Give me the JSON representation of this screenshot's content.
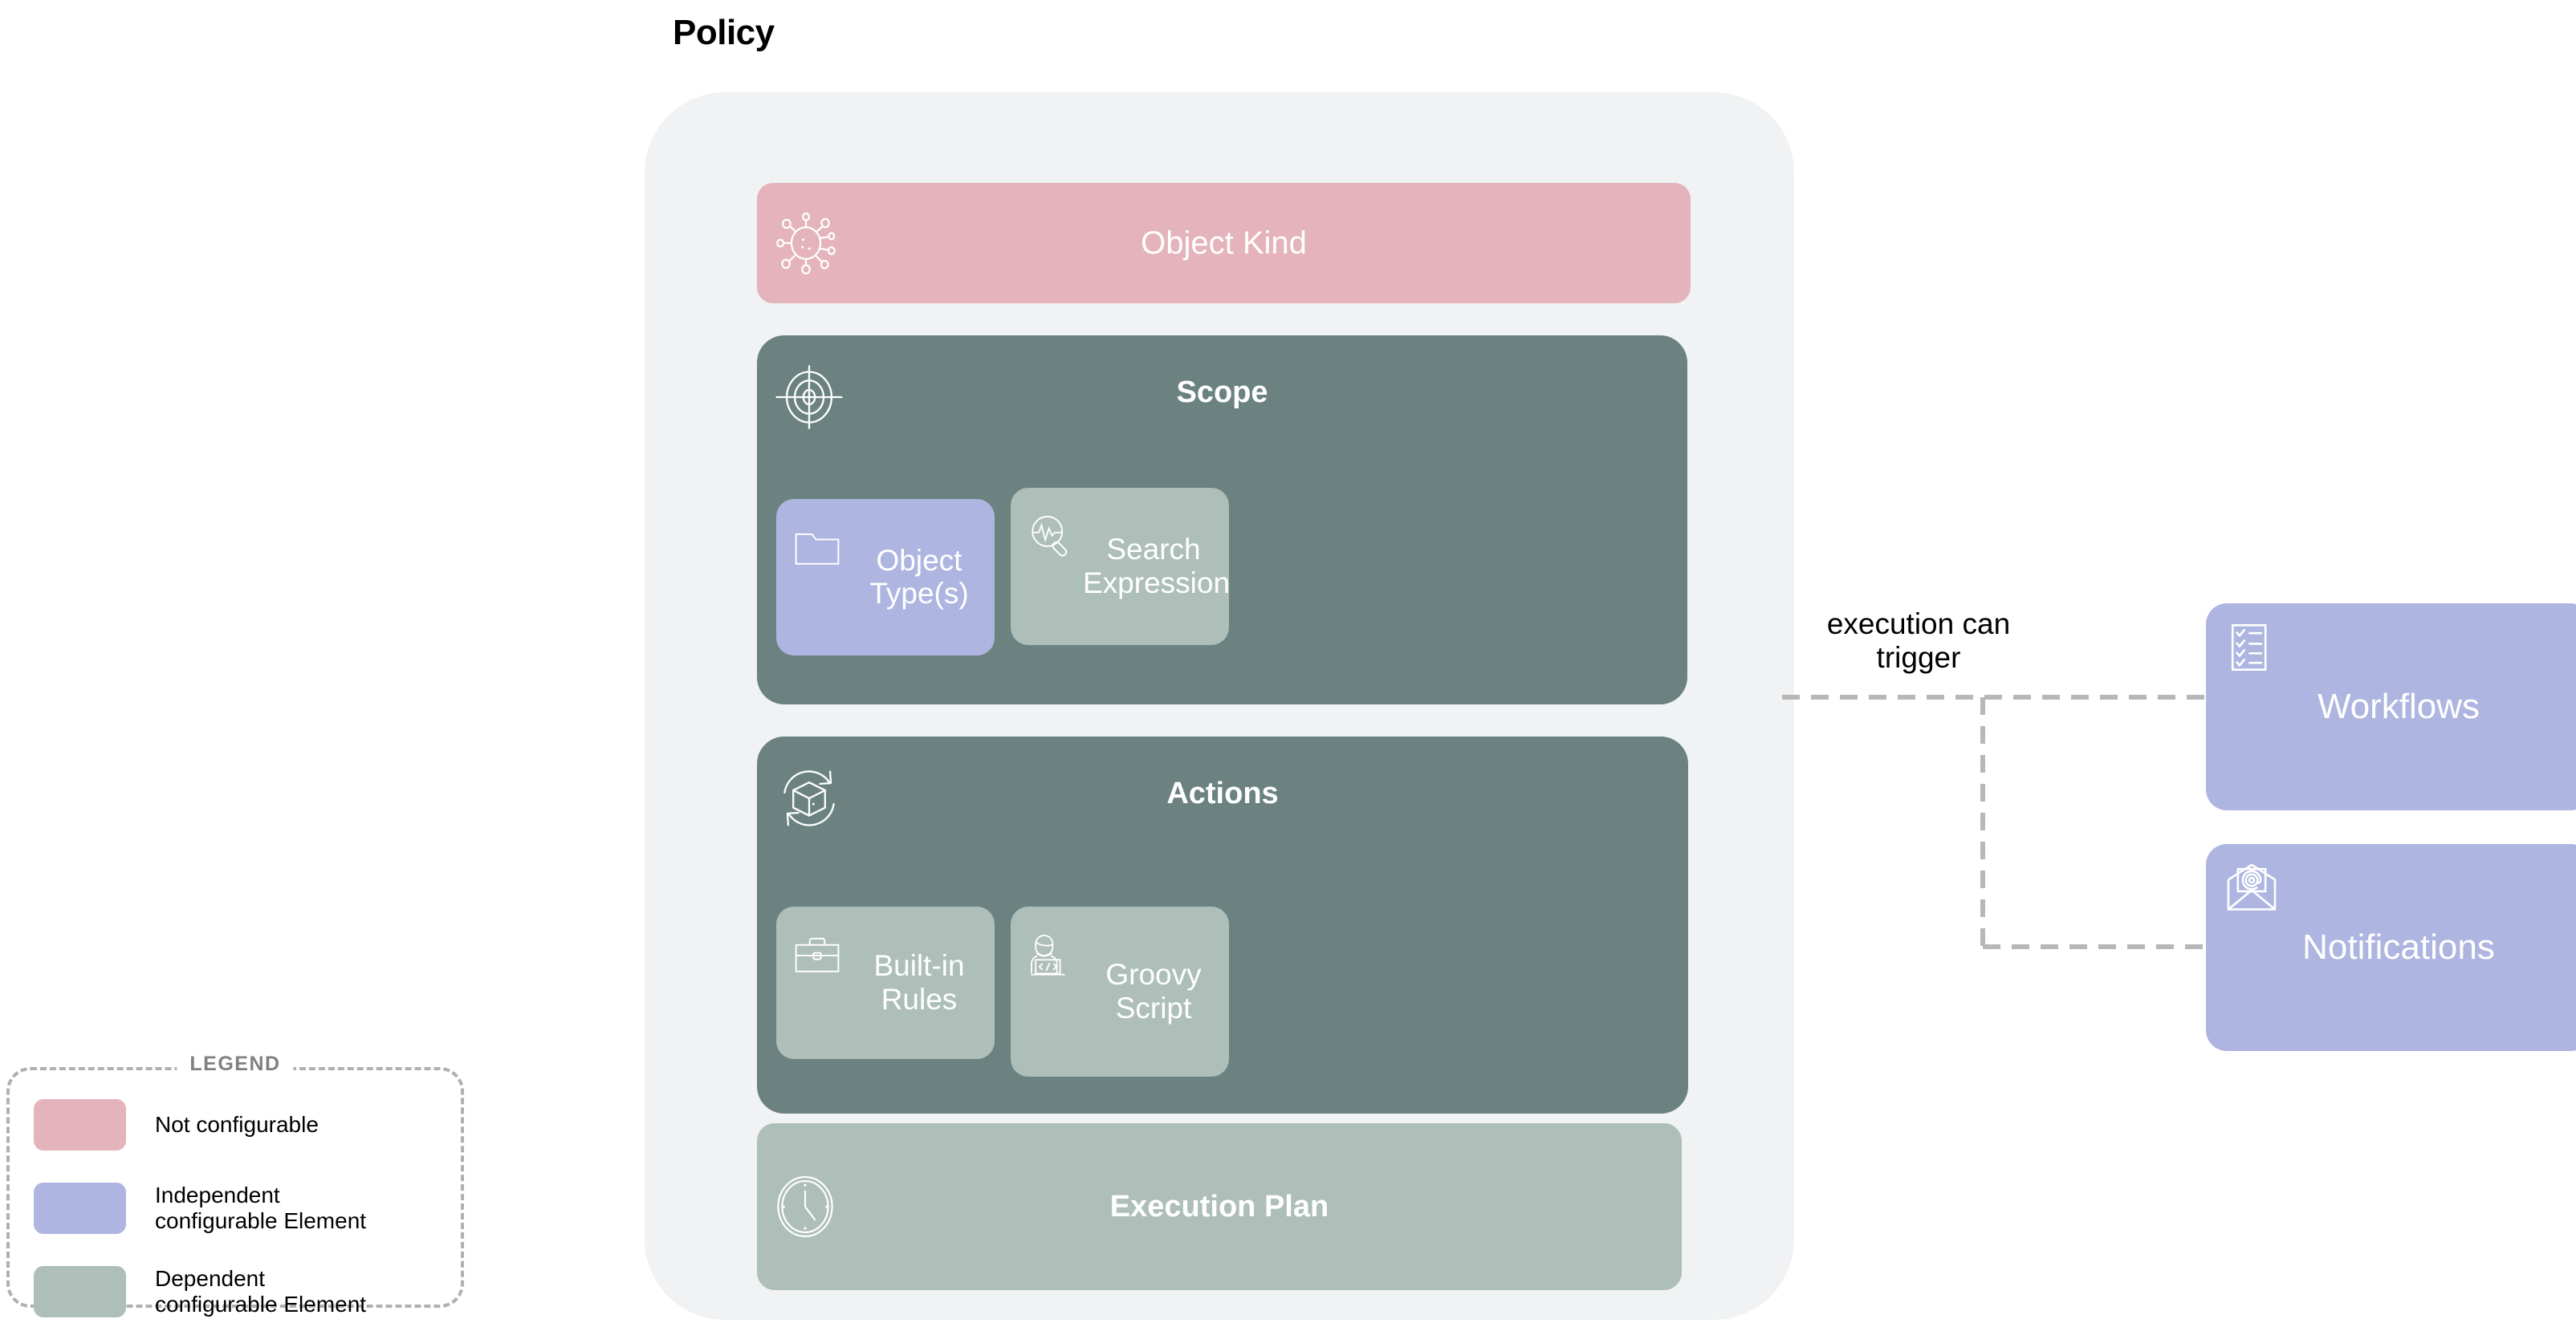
{
  "title": "Policy",
  "colors": {
    "container_bg": "#f1f2f3",
    "not_configurable": "#e4b3bb",
    "independent": "#aeb5e0",
    "dependent": "#aebeb9",
    "group_panel": "#6b8280",
    "connector": "#b0b0b0"
  },
  "object_kind": {
    "label": "Object Kind",
    "icon": "molecule-icon"
  },
  "scope": {
    "title": "Scope",
    "icon": "crosshair-target-icon",
    "items": [
      {
        "label": "Object\nType(s)",
        "line1": "Object",
        "line2": "Type(s)",
        "icon": "folder-icon"
      },
      {
        "label": "Search\nExpression",
        "line1": "Search",
        "line2": "Expression",
        "icon": "search-pulse-icon"
      }
    ]
  },
  "actions": {
    "title": "Actions",
    "icon": "box-refresh-icon",
    "items": [
      {
        "label": "Built-in\nRules",
        "line1": "Built-in",
        "line2": "Rules",
        "icon": "briefcase-icon"
      },
      {
        "label": "Groovy\nScript",
        "line1": "Groovy",
        "line2": "Script",
        "icon": "developer-code-icon"
      }
    ]
  },
  "execution_plan": {
    "label": "Execution Plan",
    "icon": "clock-icon"
  },
  "connector": {
    "line1": "execution can",
    "line2": "trigger"
  },
  "targets": [
    {
      "label": "Workflows",
      "icon": "checklist-icon"
    },
    {
      "label": "Notifications",
      "icon": "envelope-at-icon"
    }
  ],
  "legend": {
    "title": "LEGEND",
    "items": [
      {
        "color": "#e4b3bb",
        "line1": "Not configurable",
        "line2": ""
      },
      {
        "color": "#aeb5e0",
        "line1": "Independent",
        "line2": "configurable Element"
      },
      {
        "color": "#aebeb9",
        "line1": "Dependent",
        "line2": "configurable Element"
      }
    ]
  }
}
